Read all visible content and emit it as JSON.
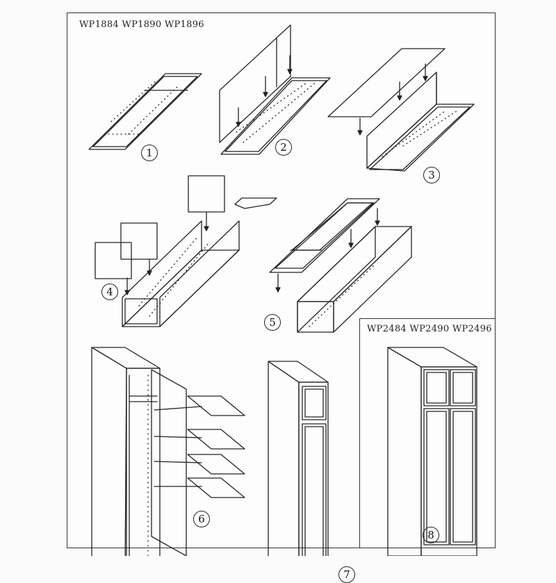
{
  "header": {
    "models_left": "WP1884   WP1890   WP1896"
  },
  "inset": {
    "models": "WP2484  WP2490  WP2496"
  },
  "steps": [
    "1",
    "2",
    "3",
    "4",
    "5",
    "6",
    "7",
    "8"
  ],
  "colors": {
    "line": "#222222",
    "paper": "#fdfdfd"
  }
}
